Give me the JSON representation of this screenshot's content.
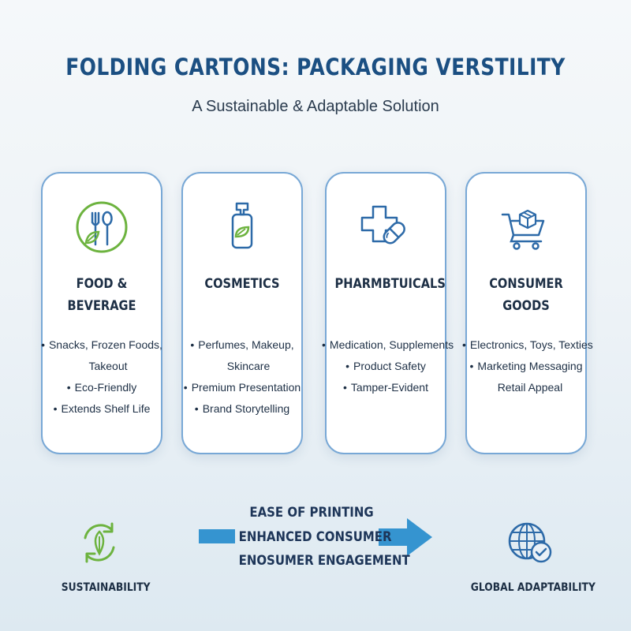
{
  "header": {
    "title": "FOLDING CARTONS: PACKAGING VERSTILITY",
    "subtitle": "A Sustainable & Adaptable Solution"
  },
  "cards": [
    {
      "icon": "fork-spoon-leaf-icon",
      "title_lines": [
        "FOOD &",
        "BEVERAGE"
      ],
      "bullets": [
        "Snacks, Frozen Foods,",
        "Takeout",
        "Eco-Friendly",
        "Extends Shelf Life"
      ]
    },
    {
      "icon": "cosmetic-bottle-leaf-icon",
      "title_lines": [
        "COSMETICS",
        ""
      ],
      "bullets": [
        "Perfumes, Makeup,",
        "Skincare",
        "Premium Presentation",
        "Brand Storytelling"
      ]
    },
    {
      "icon": "medical-cross-pill-icon",
      "title_lines": [
        "PHARMBTUICALS",
        ""
      ],
      "bullets": [
        "Medication, Supplements",
        "Product Safety",
        "Tamper-Evident"
      ]
    },
    {
      "icon": "shopping-cart-box-icon",
      "title_lines": [
        "CONSUMER",
        "GOODS"
      ],
      "bullets": [
        "Electronics, Toys, Texties",
        "Marketing Messaging",
        "Retail Appeal"
      ]
    }
  ],
  "footer": {
    "sustainability_label": "SUSTAINABILITY",
    "global_label": "GLOBAL ADAPTABILITY",
    "center_lines": [
      "EASE OF PRINTING",
      "ENHANCED CONSUMER",
      "ENOSUMER ENGAGEMENT"
    ]
  },
  "colors": {
    "title_blue": "#1b4f82",
    "card_border": "#78a8d6",
    "icon_green": "#6db33f",
    "icon_blue": "#2d6aa8",
    "arrow_blue": "#3594d0"
  }
}
